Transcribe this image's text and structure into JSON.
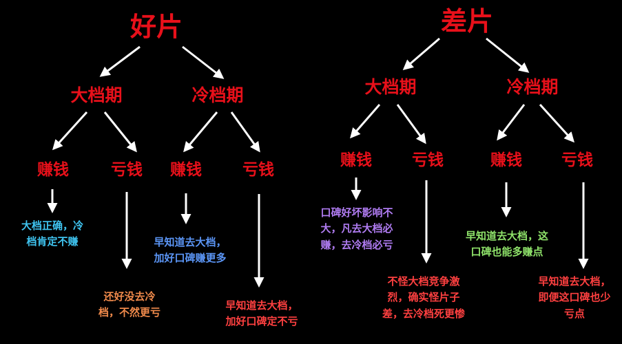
{
  "left_tree": {
    "root": "好片",
    "branches": [
      {
        "label": "大档期",
        "outcomes": [
          {
            "label": "赚钱",
            "note": [
              "大档正确，冷",
              "档肯定不赚"
            ]
          },
          {
            "label": "亏钱",
            "note": [
              "还好没去冷",
              "档，不然更亏"
            ]
          }
        ]
      },
      {
        "label": "冷档期",
        "outcomes": [
          {
            "label": "赚钱",
            "note": [
              "早知道去大档，",
              "加好口碑赚更多"
            ]
          },
          {
            "label": "亏钱",
            "note": [
              "早知道去大档，",
              "加好口碑定不亏"
            ]
          }
        ]
      }
    ]
  },
  "right_tree": {
    "root": "差片",
    "branches": [
      {
        "label": "大档期",
        "outcomes": [
          {
            "label": "赚钱",
            "note": [
              "口碑好坏影响不",
              "大，凡去大档必",
              "赚，去冷档必亏"
            ]
          },
          {
            "label": "亏钱",
            "note": [
              "不怪大档竞争激",
              "烈，确实怪片子",
              "差，去冷档死更惨"
            ]
          }
        ]
      },
      {
        "label": "冷档期",
        "outcomes": [
          {
            "label": "赚钱",
            "note": [
              "早知道去大档，这",
              "口碑也能多赚点"
            ]
          },
          {
            "label": "亏钱",
            "note": [
              "早知道去大档，",
              "即便这口碑也少",
              "亏点"
            ]
          }
        ]
      }
    ]
  },
  "colors": {
    "background": "#000000",
    "node_text": "#e8101a",
    "arrow": "#ffffff",
    "note_cyan": "#3fc4f0",
    "note_orange": "#f08a4b",
    "note_blue": "#5b95f5",
    "note_red": "#ff4040",
    "note_purple": "#b07cf2",
    "note_green": "#8fe36a"
  }
}
